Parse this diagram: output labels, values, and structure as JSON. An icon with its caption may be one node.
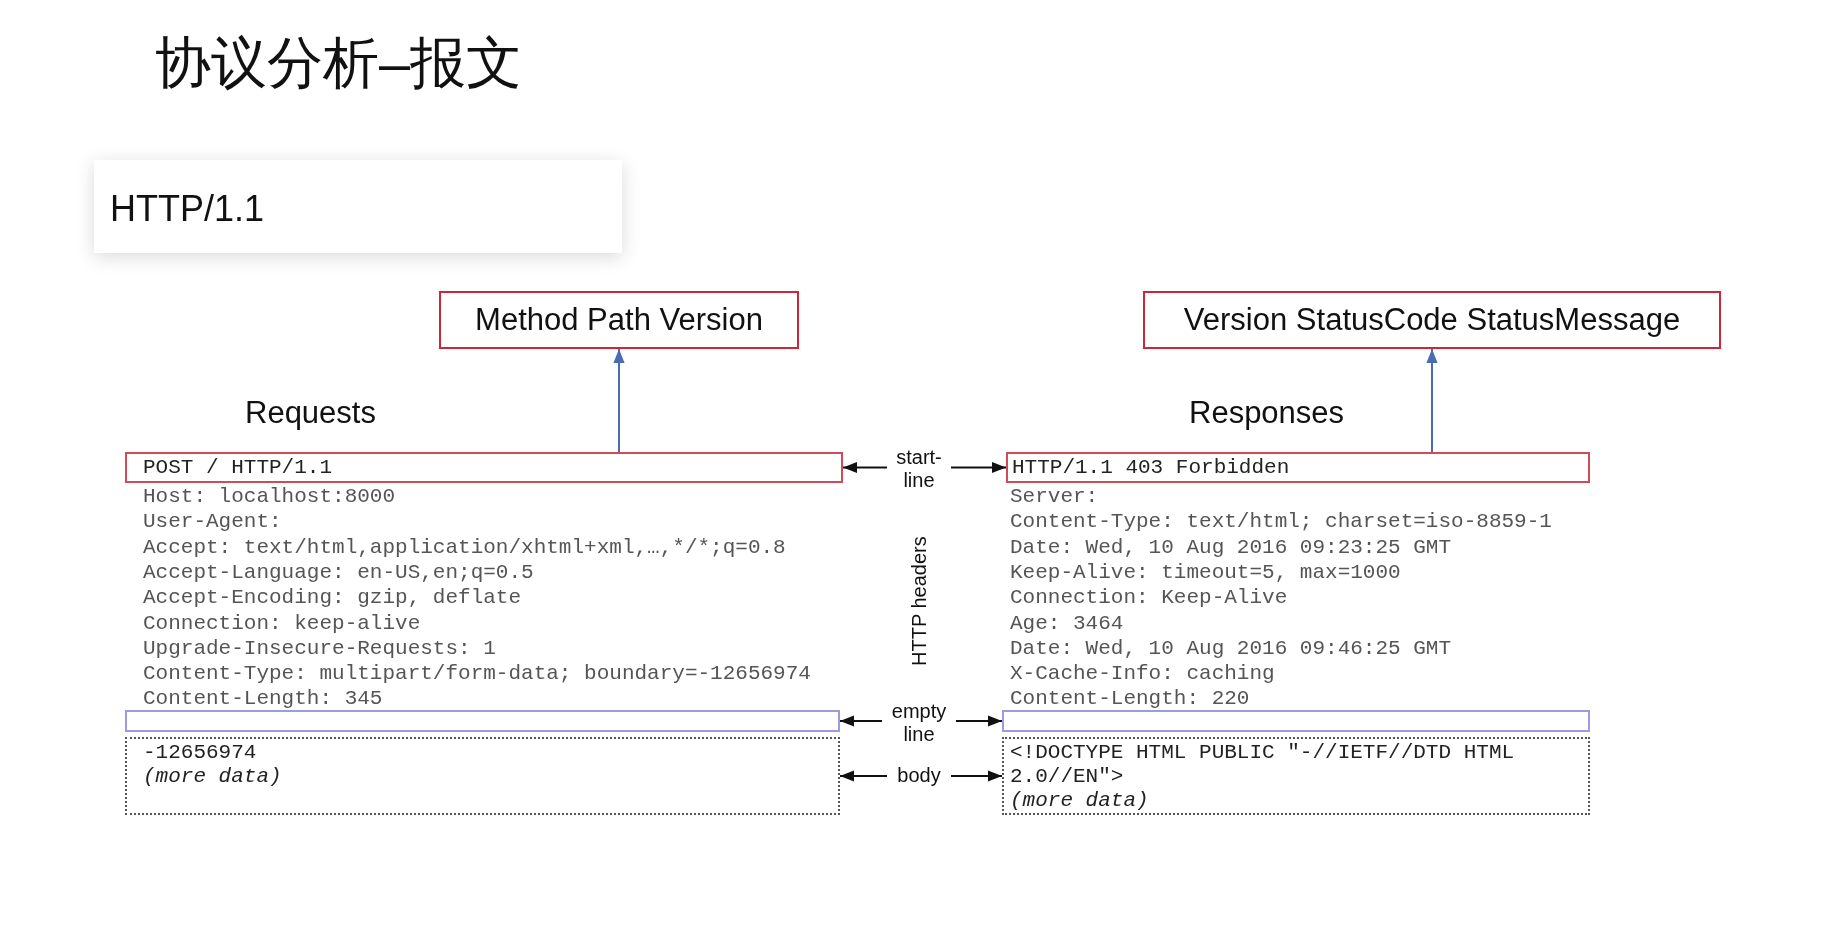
{
  "diagram": {
    "title": "协议分析–报文",
    "nodes": [
      {
        "text": [
          "HTTP/1.1"
        ]
      },
      {
        "text": [
          "Method Path Version"
        ]
      },
      {
        "text": [
          "Version StatusCode StatusMessage"
        ]
      },
      {
        "text": [
          "POST / HTTP/1.1"
        ]
      },
      {
        "text": [
          "start- line"
        ]
      },
      {
        "text": [
          "HTTP/1.1 403 Forbidden"
        ]
      },
      {
        "text": [],
        "shape": "box"
      },
      {
        "text": [
          "empty line"
        ]
      },
      {
        "text": [],
        "shape": "box"
      },
      {
        "text": [
          "-12656974",
          "(more data)"
        ]
      },
      {
        "text": [
          "body"
        ]
      },
      {
        "text": [
          "<!DOCTYPE HTML PUBLIC \"-//IETF//DTD HTML 2.0//EN\">",
          "(more data)"
        ]
      }
    ],
    "edges": [
      {
        "from": 3,
        "to": 1,
        "arrow": "to",
        "color": "#4a6cb3"
      },
      {
        "from": 5,
        "to": 2,
        "arrow": "to",
        "color": "#4a6cb3"
      },
      {
        "from": 4,
        "to": 3,
        "arrow": "to"
      },
      {
        "from": 4,
        "to": 5,
        "arrow": "to"
      },
      {
        "from": 7,
        "to": 6,
        "arrow": "to"
      },
      {
        "from": 7,
        "to": 8,
        "arrow": "to"
      },
      {
        "from": 10,
        "to": 9,
        "arrow": "to"
      },
      {
        "from": 10,
        "to": 11,
        "arrow": "to"
      }
    ],
    "labels": [
      "Requests",
      "Responses",
      "Host: localhost:8000",
      "User-Agent:",
      "Accept: text/html,application/xhtml+xml,…,*/*;q=0.8",
      "Accept-Language: en-US,en;q=0.5",
      "Accept-Encoding: gzip, deflate",
      "Connection: keep-alive",
      "Upgrade-Insecure-Requests: 1",
      "Content-Type: multipart/form-data; boundary=-12656974",
      "Content-Length: 345",
      "HTTP headers",
      "Server:",
      "Content-Type: text/html; charset=iso-8859-1",
      "Date: Wed, 10 Aug 2016 09:23:25 GMT",
      "Keep-Alive: timeout=5, max=1000",
      "Connection: Keep-Alive",
      "Age: 3464",
      "Date: Wed, 10 Aug 2016 09:46:25 GMT",
      "X-Cache-Info: caching",
      "Content-Length: 220"
    ]
  }
}
